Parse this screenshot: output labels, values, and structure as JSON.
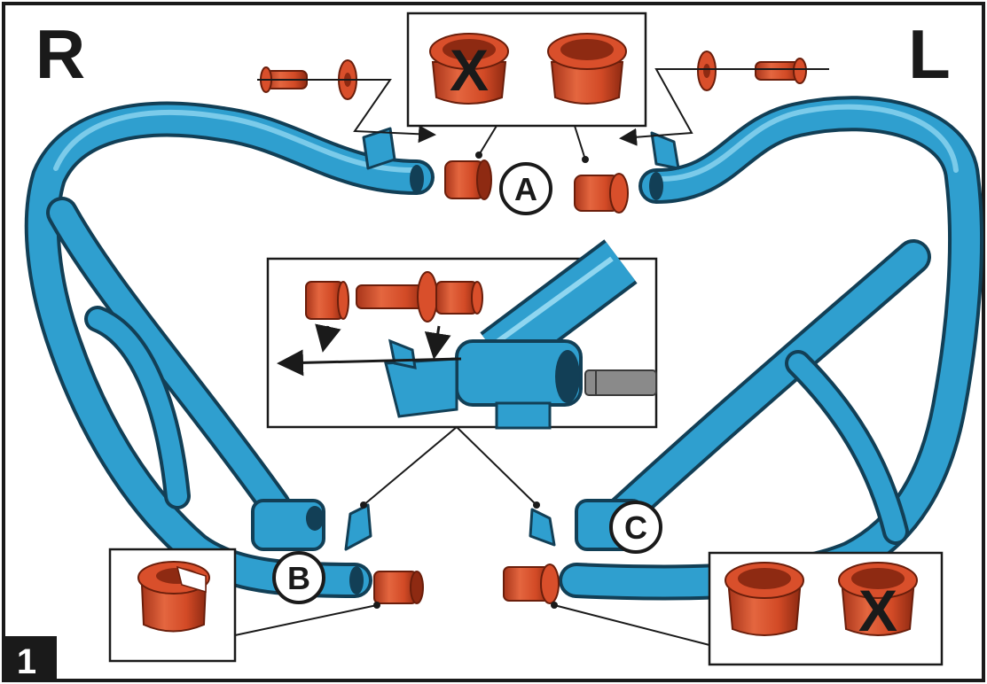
{
  "side_labels": {
    "right": "R",
    "left": "L"
  },
  "callouts": {
    "a": "A",
    "b": "B",
    "c": "C"
  },
  "step_number": "1",
  "reject_mark": "X",
  "colors": {
    "bar": "#2f9fcf",
    "bar_dark": "#1a6f96",
    "bar_light": "#8fd6f0",
    "bushing": "#d94f2b",
    "bushing_dark": "#8e2a12",
    "bushing_light": "#f08a66",
    "ink": "#1a1a1a",
    "tool": "#8a8a8a"
  },
  "icons": [
    "bushing-icon",
    "bolt-icon",
    "washer-icon",
    "reject-x-icon",
    "arrow-icon",
    "hex-key-icon"
  ]
}
